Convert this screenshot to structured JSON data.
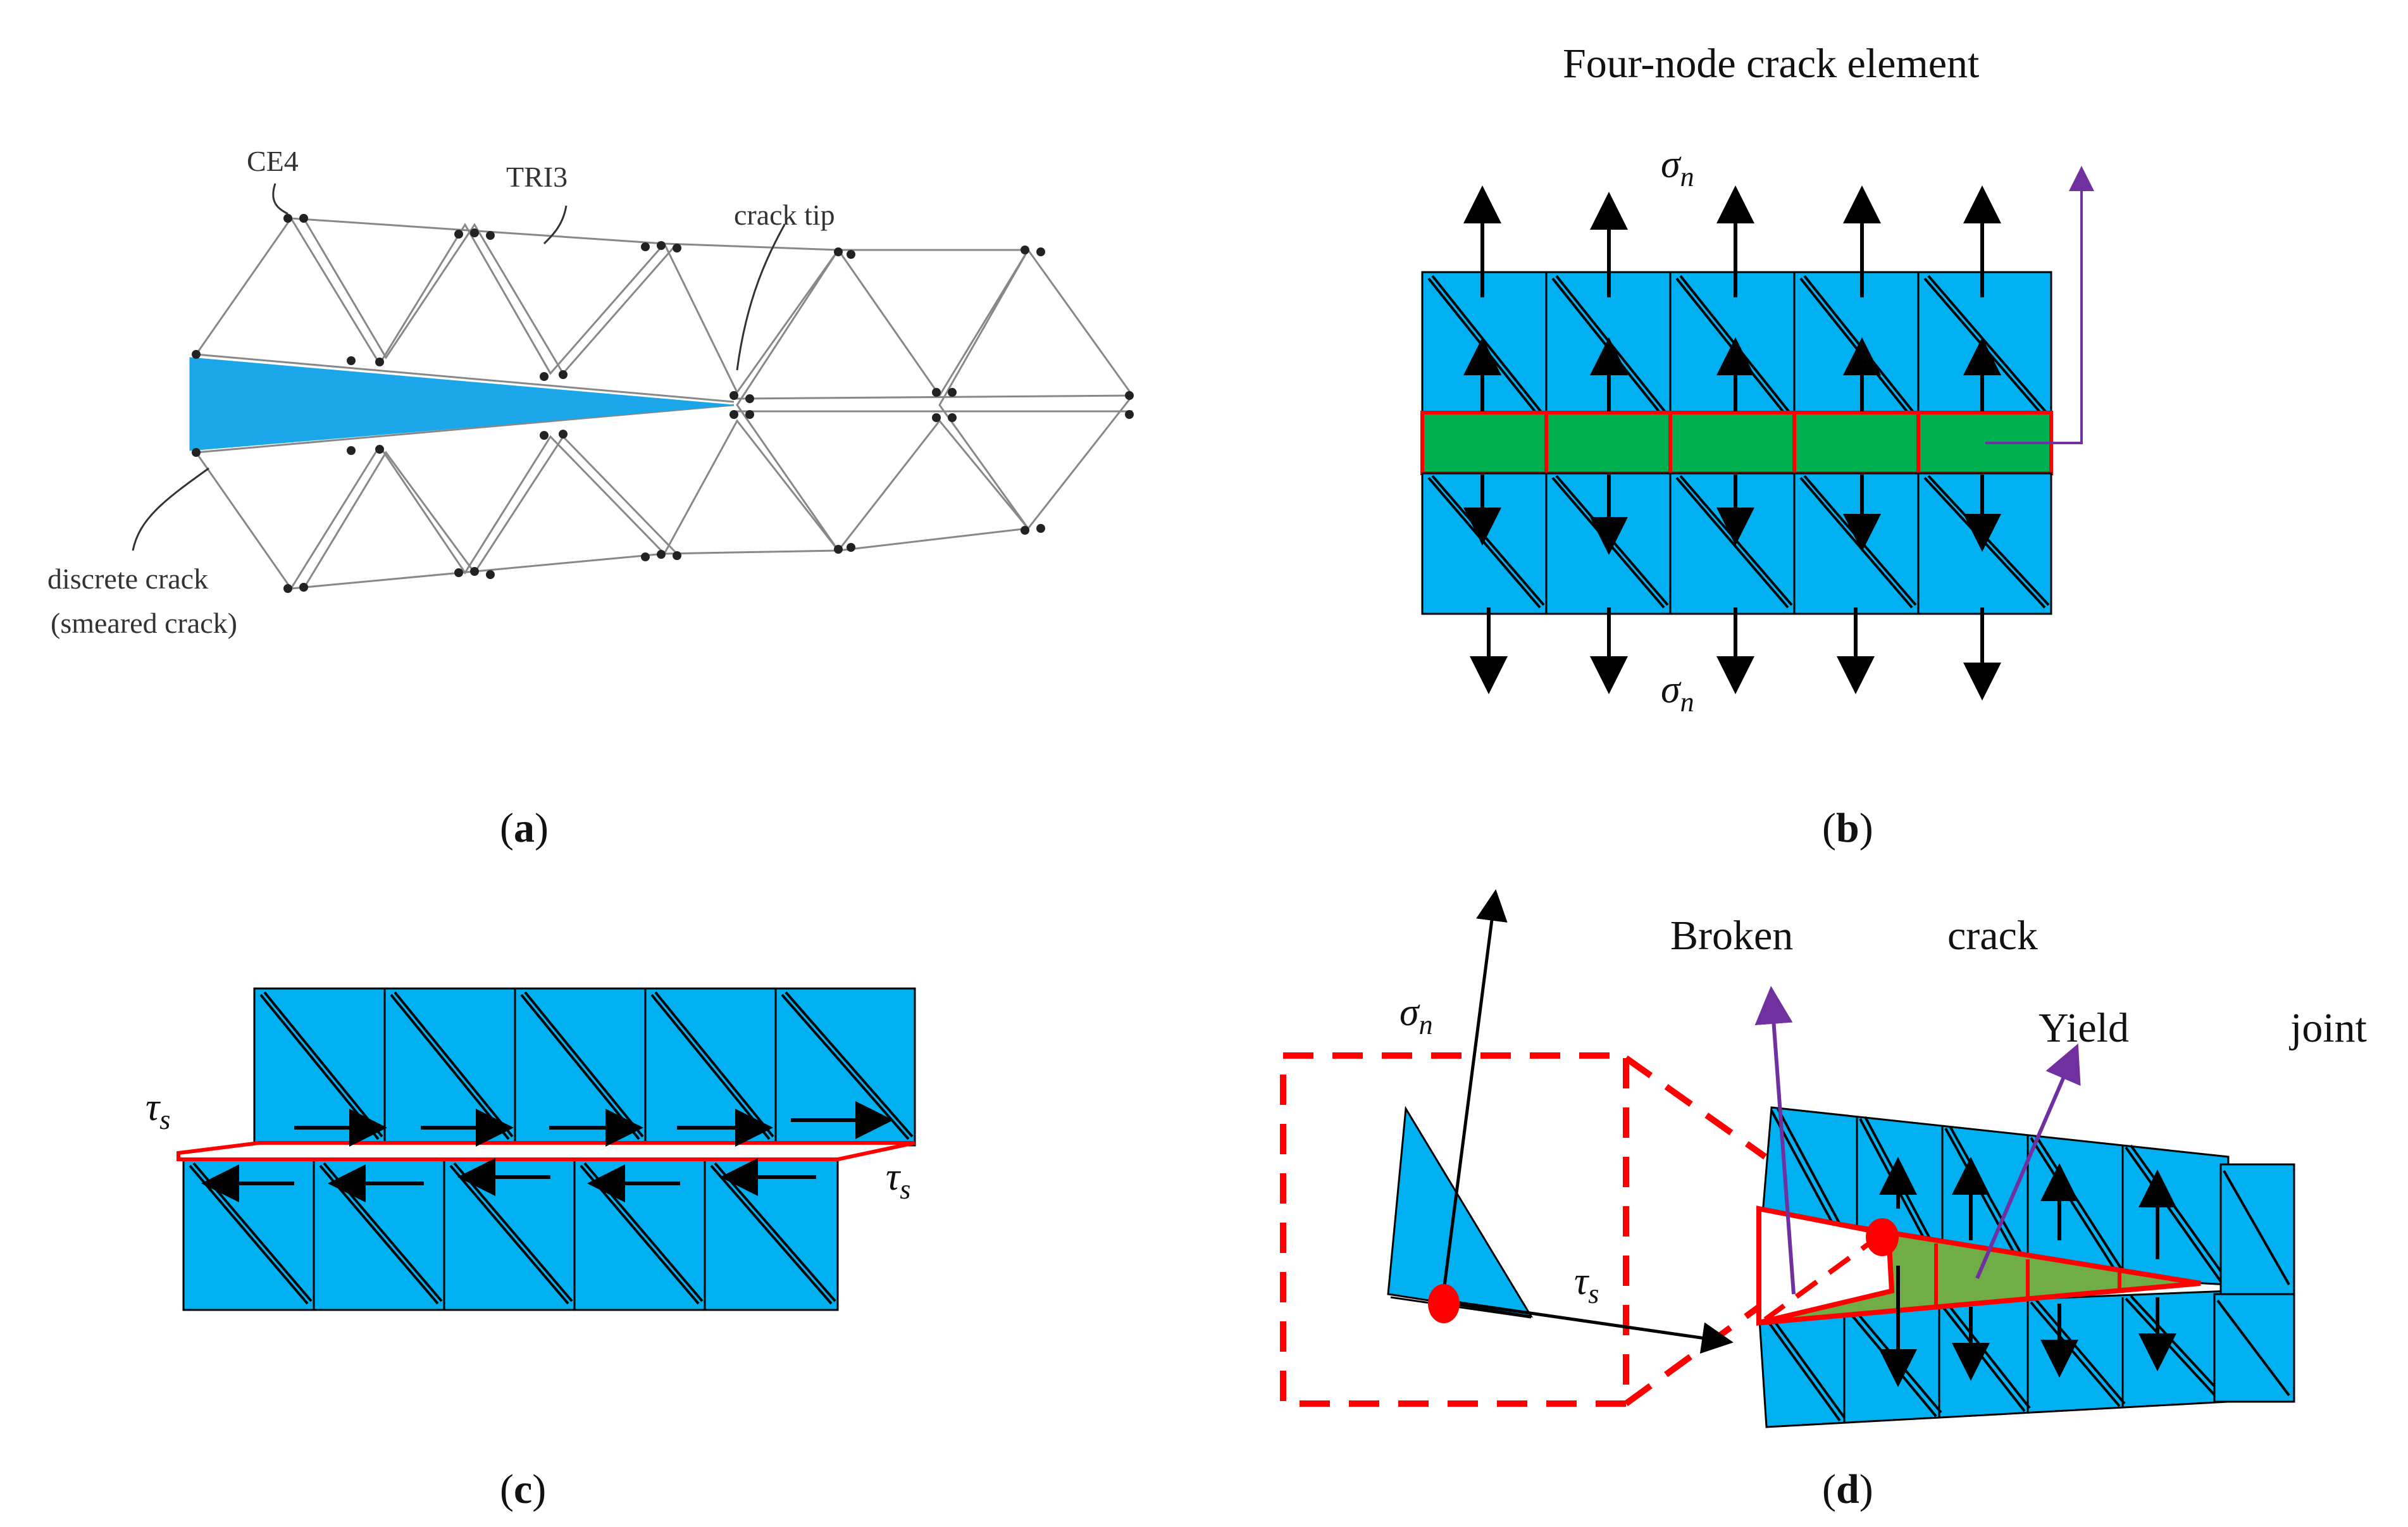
{
  "panels": {
    "a": {
      "caption_open": "(",
      "caption_letter": "a",
      "caption_close": ")",
      "labels": {
        "ce4": "CE4",
        "tri3": "TRI3",
        "crack_tip": "crack tip",
        "discrete_crack": "discrete crack",
        "smeared_crack": "(smeared crack)"
      }
    },
    "b": {
      "caption_open": "(",
      "caption_letter": "b",
      "caption_close": ")",
      "title": "Four-node crack element",
      "sigma": "σ",
      "sub_n": "n"
    },
    "c": {
      "caption_open": "(",
      "caption_letter": "c",
      "caption_close": ")",
      "tau": "τ",
      "sub_s": "s"
    },
    "d": {
      "caption_open": "(",
      "caption_letter": "d",
      "caption_close": ")",
      "broken": "Broken",
      "crack": "crack",
      "yield": "Yield",
      "joint": "joint",
      "sigma": "σ",
      "sub_n": "n",
      "tau": "τ",
      "sub_s": "s"
    }
  },
  "colors": {
    "element_fill": "#00b0f0",
    "crack_fill": "#00b050",
    "crack_fill_d": "#70ad47",
    "red": "#ff0000",
    "purple": "#7030a0",
    "smeared_fill": "#1aa6e8"
  }
}
